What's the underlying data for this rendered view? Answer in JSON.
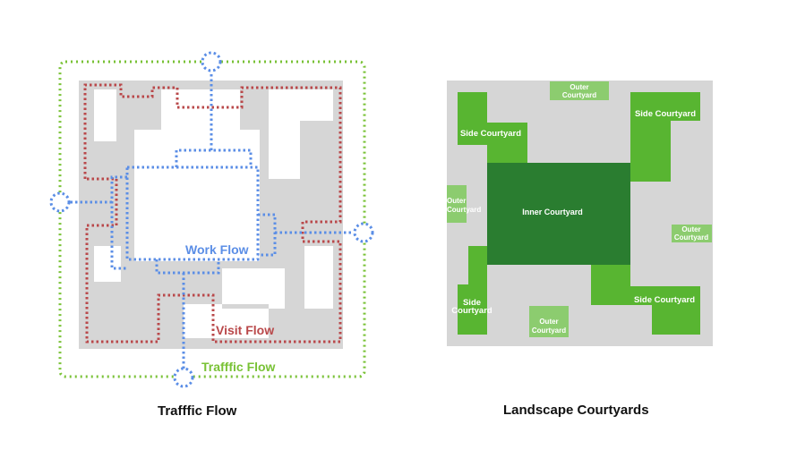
{
  "left_diagram": {
    "caption": "Trafffic Flow",
    "labels": {
      "work": "Work Flow",
      "visit": "Visit Flow",
      "traffic": "Trafffic Flow"
    },
    "colors": {
      "work": "#5b8ee6",
      "visit": "#b9484a",
      "traffic": "#79c236",
      "building": "#d6d6d6"
    }
  },
  "right_diagram": {
    "caption": "Landscape Courtyards",
    "labels": {
      "inner": "Inner Courtyard",
      "side_top_left": "Side Courtyard",
      "side_top_right": "Side Courtyard",
      "side_bottom_left_1": "Side",
      "side_bottom_left_2": "Courtyard",
      "side_bottom_right": "Side Courtyard",
      "outer_top_1": "Outer",
      "outer_top_2": "Courtyard",
      "outer_left_1": "Outer",
      "outer_left_2": "Courtyard",
      "outer_right_1": "Outer",
      "outer_right_2": "Courtyard",
      "outer_bottom_1": "Outer",
      "outer_bottom_2": "Courtyard"
    },
    "colors": {
      "inner": "#2a7d30",
      "side": "#58b531",
      "outer": "#8ccc6f",
      "ground": "#d6d6d6"
    }
  }
}
